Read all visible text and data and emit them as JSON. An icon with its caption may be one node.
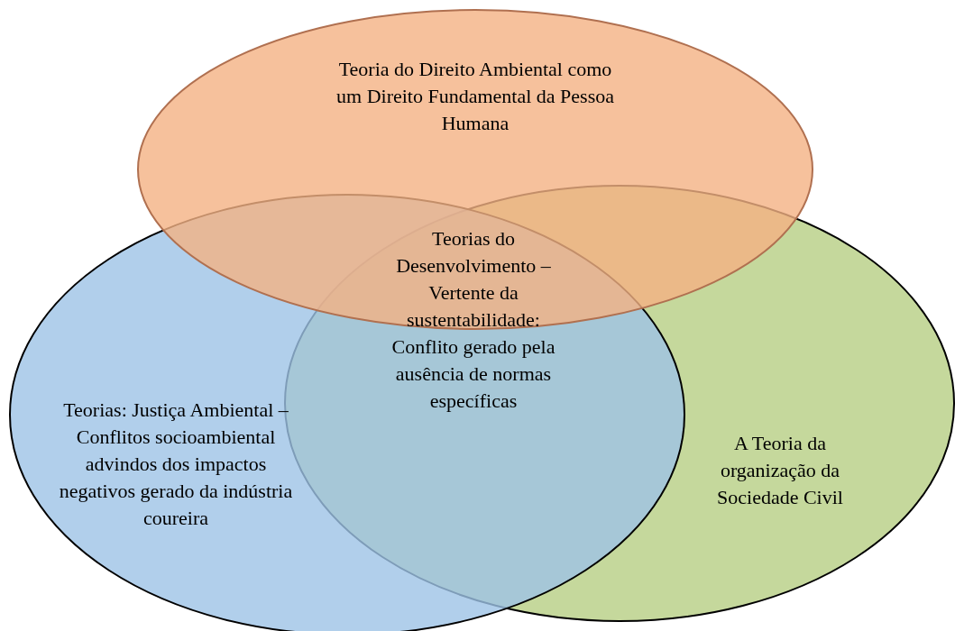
{
  "diagram": {
    "nodes": [
      {
        "text": [
          "Teoria do Direito Ambiental como um Direito Fundamental da Pessoa Humana"
        ]
      },
      {
        "text": [
          "Teorias: Justiça Ambiental – Conflitos socioambiental advindos dos impactos negativos gerado da indústria coureira"
        ]
      },
      {
        "text": [
          "A Teoria da organização da Sociedade Civil"
        ]
      }
    ],
    "labels": [
      "Teorias do Desenvolvimento – Vertente da sustentabilidade: Conflito gerado pela ausência de normas específicas"
    ]
  }
}
